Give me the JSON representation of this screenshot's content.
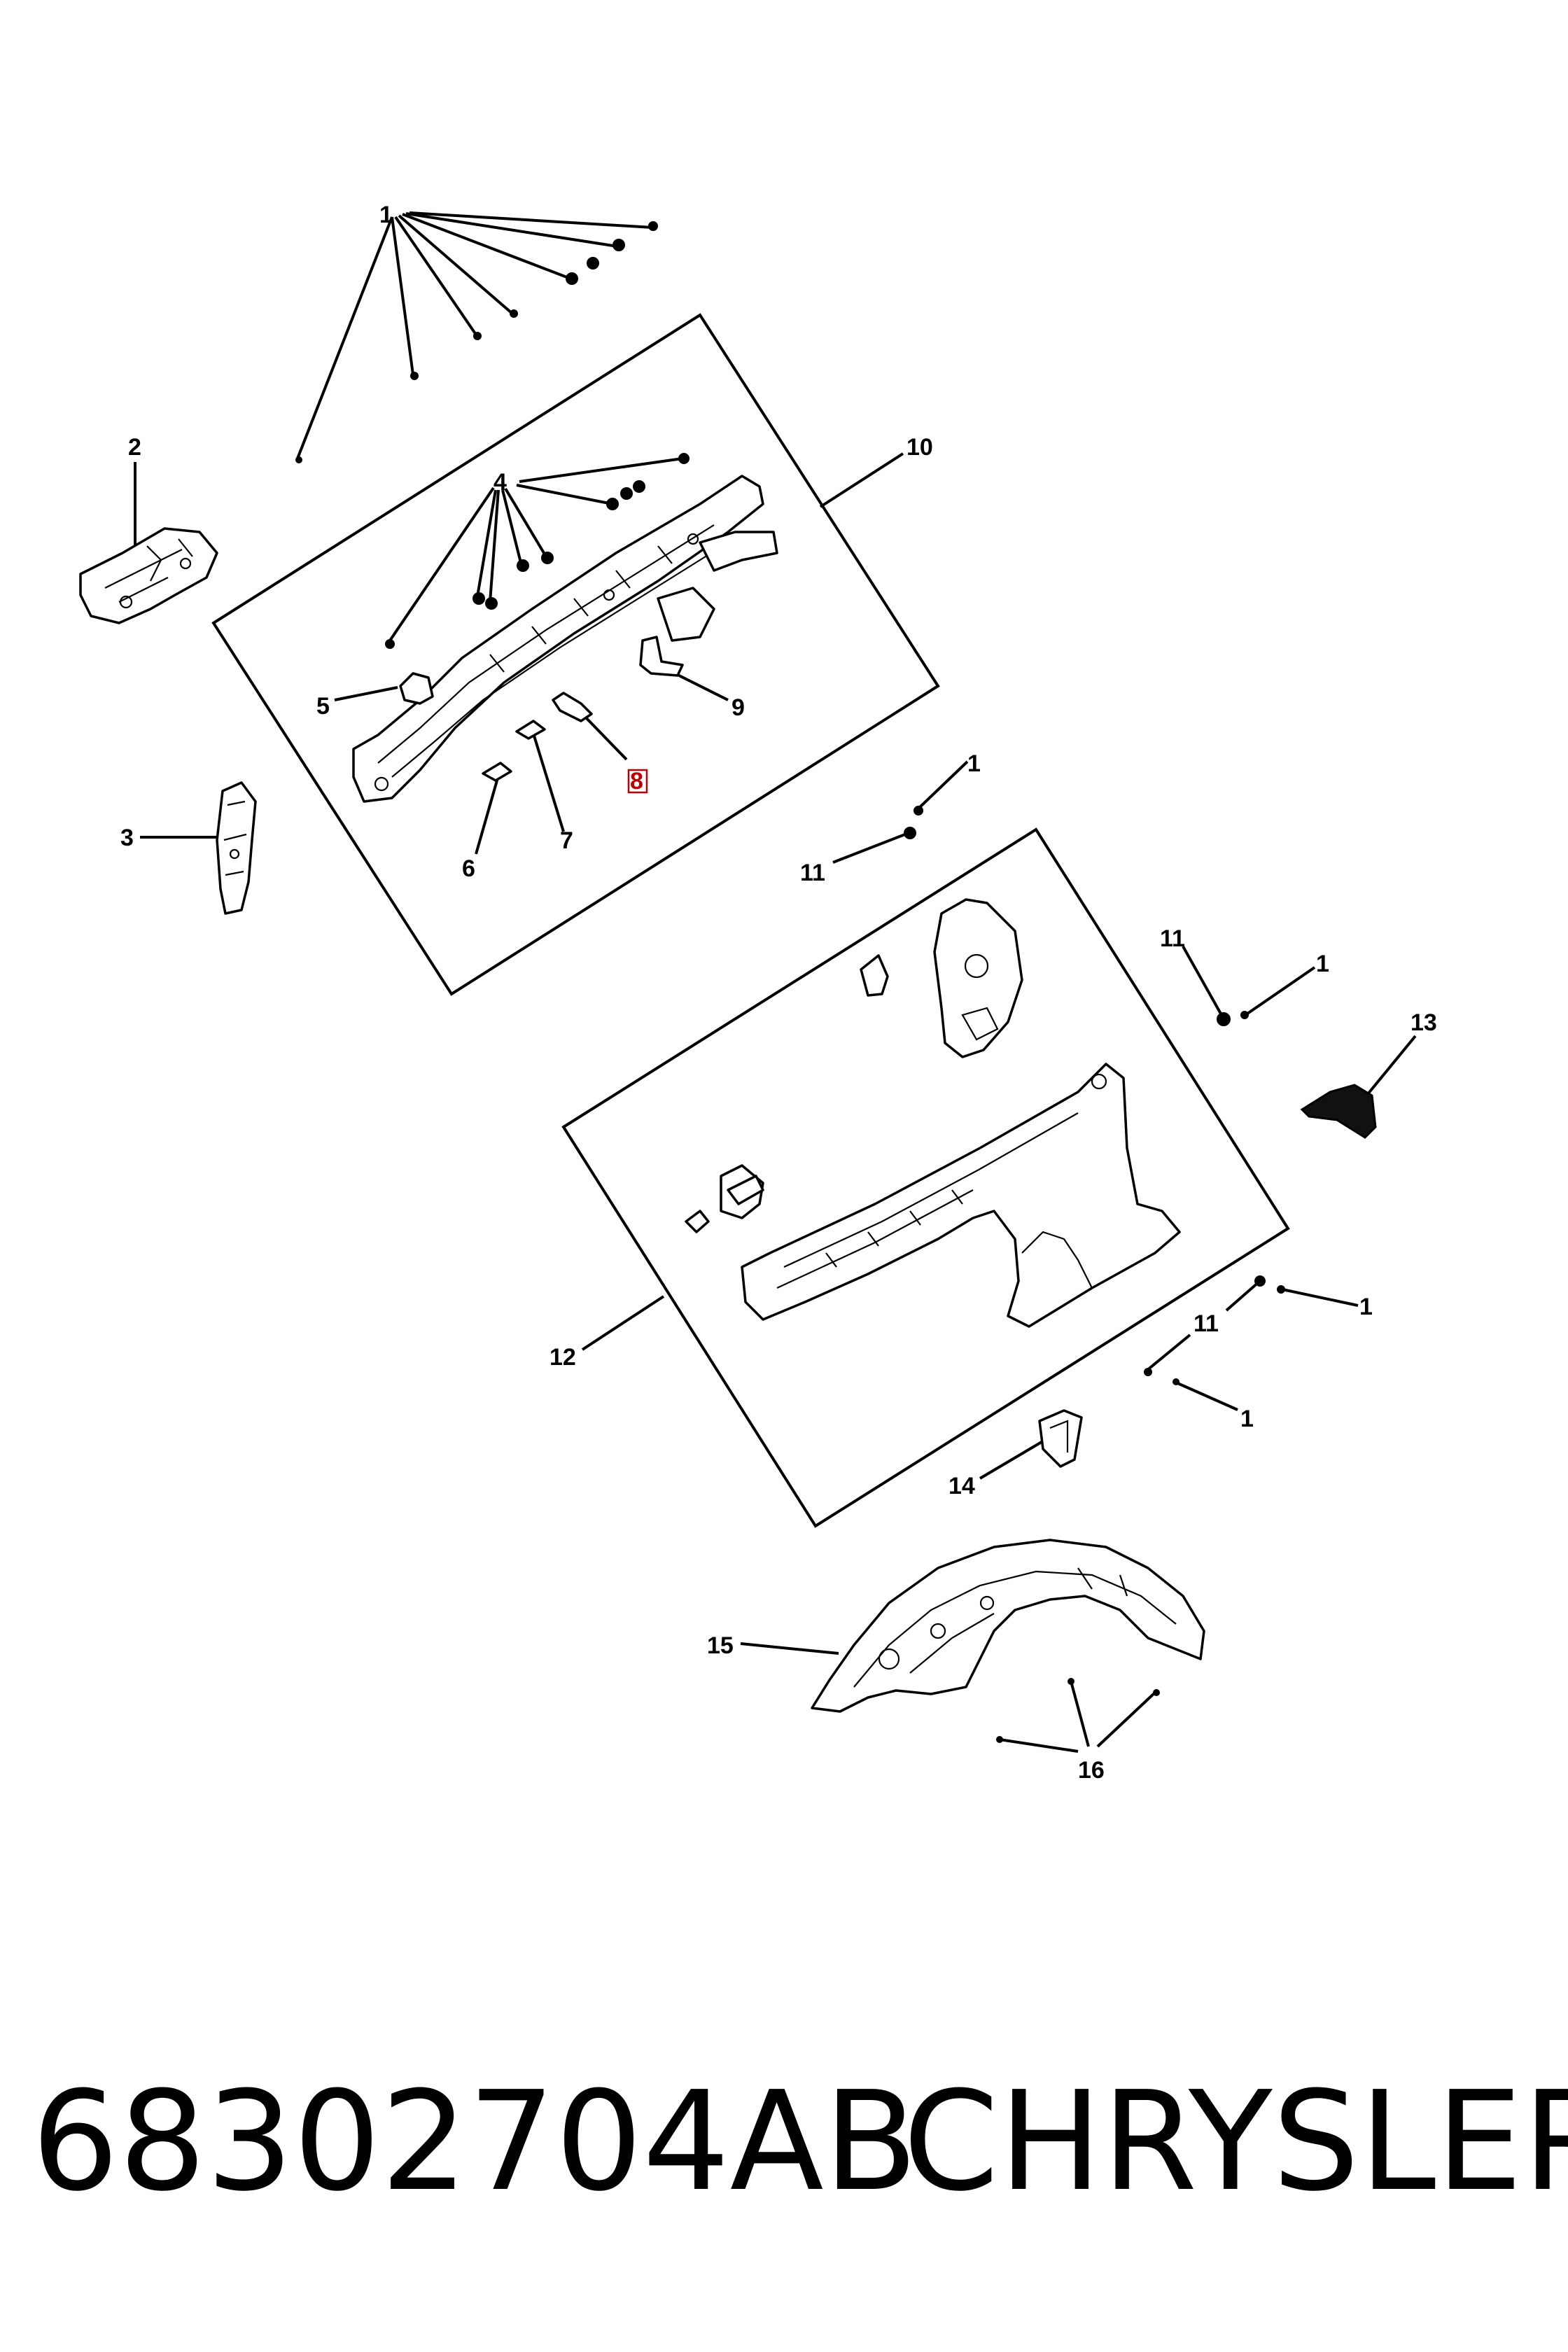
{
  "callouts": {
    "c1a": "1",
    "c1b": "1",
    "c1c": "1",
    "c1d": "1",
    "c1e": "1",
    "c2": "2",
    "c3": "3",
    "c4": "4",
    "c5": "5",
    "c6": "6",
    "c7": "7",
    "c8": "8",
    "c9": "9",
    "c10": "10",
    "c11a": "11",
    "c11b": "11",
    "c11c": "11",
    "c12": "12",
    "c13": "13",
    "c14": "14",
    "c15": "15",
    "c16": "16"
  },
  "footer": {
    "part_number": "68302704AB",
    "brand": "CHRYSLER"
  },
  "colors": {
    "highlight": "#c00000"
  }
}
